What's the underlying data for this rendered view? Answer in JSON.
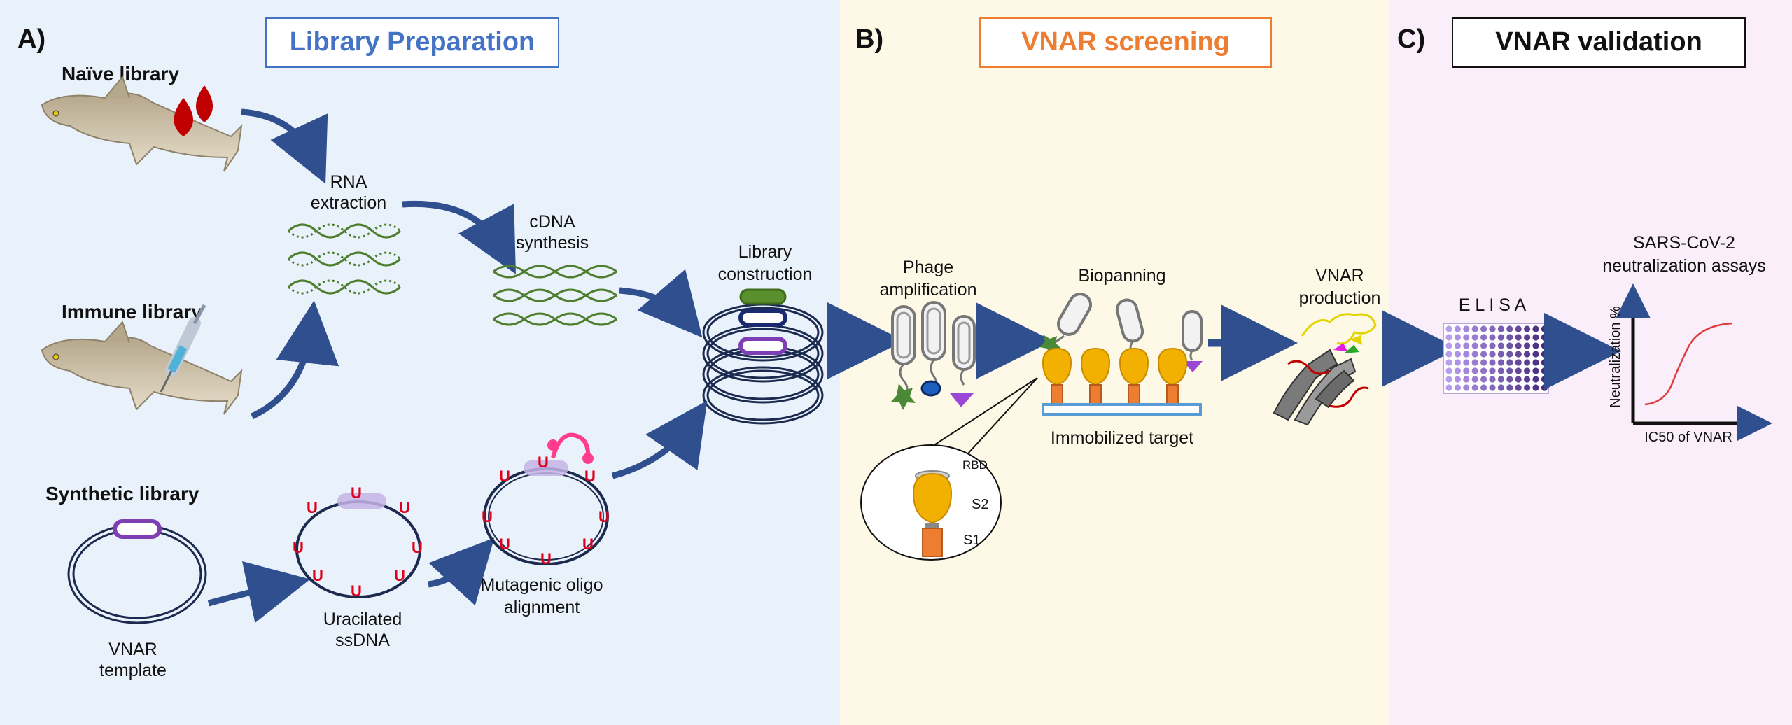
{
  "panel_a": {
    "letter": "A)",
    "title": "Library Preparation",
    "naive_library": "Naïve library",
    "immune_library": "Immune library",
    "synthetic_library": "Synthetic library",
    "rna_extraction": [
      "RNA",
      "extraction"
    ],
    "cdna_synthesis": [
      "cDNA",
      "synthesis"
    ],
    "library_construction": [
      "Library",
      "construction"
    ],
    "vnar_template": [
      "VNAR",
      "template"
    ],
    "uracilated_ssdna": [
      "Uracilated",
      "ssDNA"
    ],
    "mutagenic_oligo": [
      "Mutagenic oligo",
      "alignment"
    ],
    "uracil_mark": "U"
  },
  "panel_b": {
    "letter": "B)",
    "title": "VNAR screening",
    "phage_amplification": [
      "Phage",
      "amplification"
    ],
    "biopanning": "Biopanning",
    "immobilized_target": "Immobilized target",
    "vnar_production": [
      "VNAR",
      "production"
    ],
    "rbd": "RBD",
    "s2": "S2",
    "s1": "S1"
  },
  "panel_c": {
    "letter": "C)",
    "title": "VNAR validation",
    "elisa": "E L I S A",
    "assays_title": [
      "SARS-CoV-2",
      "neutralization assays"
    ],
    "y_axis_label": "Neutralization %",
    "x_axis_label": "IC50 of VNAR"
  },
  "colors": {
    "panel_a_bg": "#e9f1fb",
    "panel_b_bg": "#fef9e6",
    "panel_c_bg": "#f9eefa",
    "title_a": "#4472c4",
    "title_b": "#ed7d31",
    "arrow": "#2f4f8f",
    "uracil": "#e0001b",
    "dna": "#4e7f2e",
    "spike": "#f2b000",
    "stalk": "#ed7d31",
    "curve": "#e23b3b"
  }
}
